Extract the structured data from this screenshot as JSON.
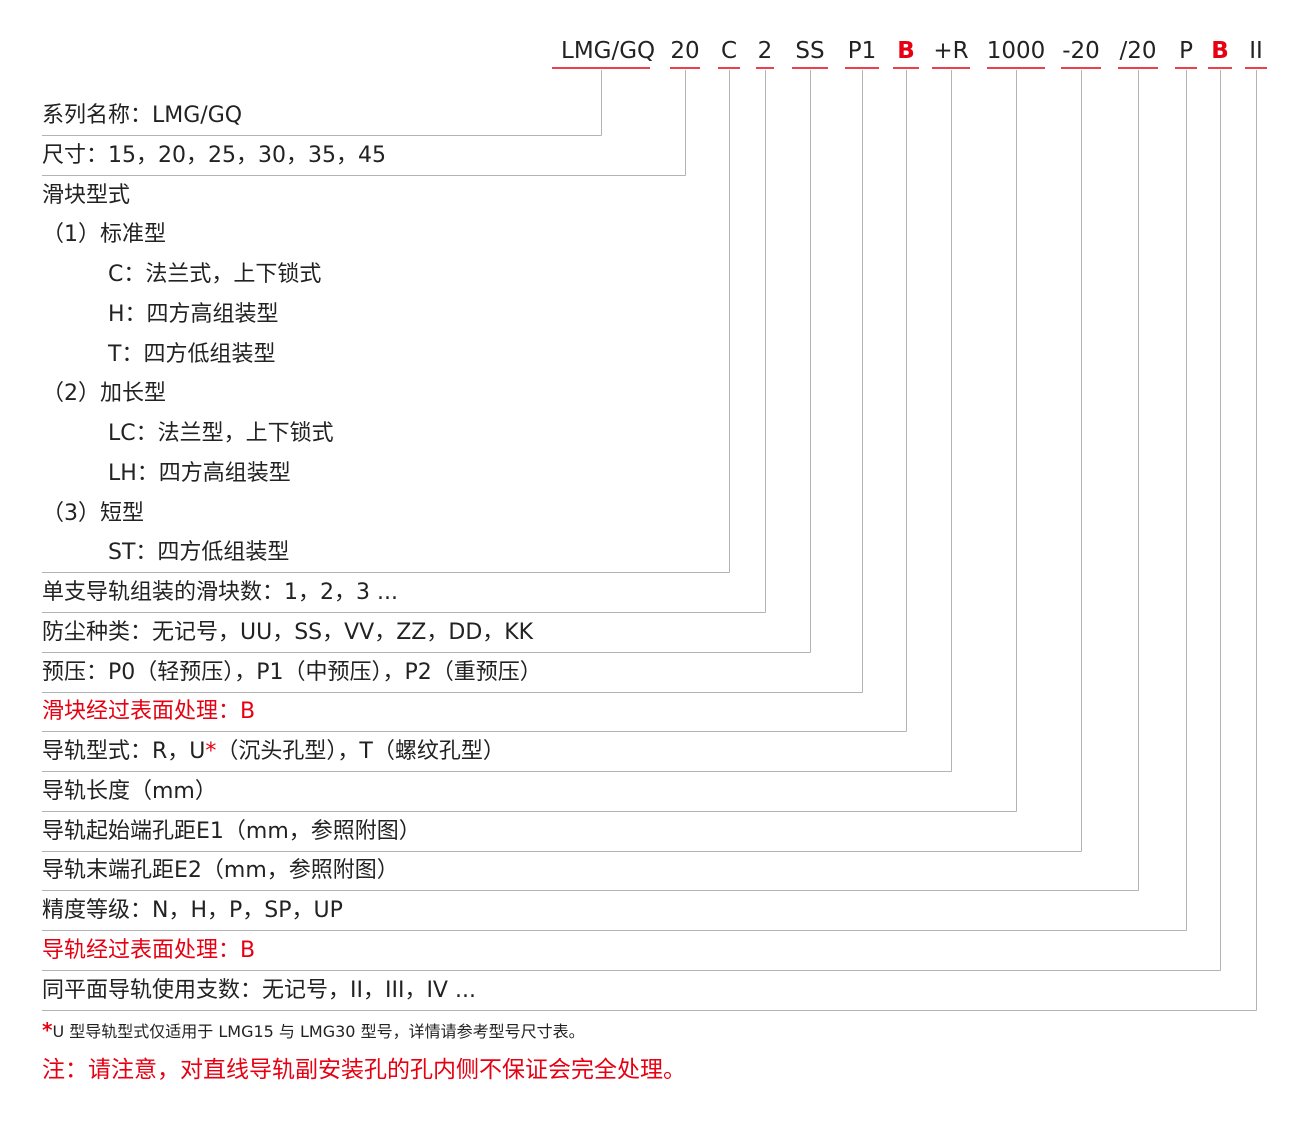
{
  "code": [
    {
      "text": "LMG/GQ",
      "red": false
    },
    {
      "text": "20",
      "red": false
    },
    {
      "text": "C",
      "red": false
    },
    {
      "text": "2",
      "red": false
    },
    {
      "text": "SS",
      "red": false
    },
    {
      "text": "P1",
      "red": false
    },
    {
      "text": "B",
      "red": true
    },
    {
      "text": "+R",
      "red": false
    },
    {
      "text": "1000",
      "red": false
    },
    {
      "text": "-20",
      "red": false
    },
    {
      "text": "/20",
      "red": false
    },
    {
      "text": "P",
      "red": false
    },
    {
      "text": "B",
      "red": true
    },
    {
      "text": "II",
      "red": false
    }
  ],
  "rows": [
    {
      "name": "series-row",
      "text": "系列名称：LMG/GQ",
      "indent": 0,
      "red": false,
      "segment": 0
    },
    {
      "name": "size-row",
      "text": "尺寸：15，20，25，30，35，45",
      "indent": 0,
      "red": false,
      "segment": 1
    },
    {
      "name": "block-type-row",
      "text": "滑块型式",
      "indent": 0,
      "red": false,
      "segment": null
    },
    {
      "name": "standard-type-row",
      "text": "（1）标准型",
      "indent": 0,
      "red": false,
      "segment": null
    },
    {
      "name": "type-c-row",
      "text": "C：法兰式，上下锁式",
      "indent": 2,
      "red": false,
      "segment": null
    },
    {
      "name": "type-h-row",
      "text": "H：四方高组装型",
      "indent": 2,
      "red": false,
      "segment": null
    },
    {
      "name": "type-t-row",
      "text": "T：四方低组装型",
      "indent": 2,
      "red": false,
      "segment": null
    },
    {
      "name": "long-type-row",
      "text": "（2）加长型",
      "indent": 0,
      "red": false,
      "segment": null
    },
    {
      "name": "type-lc-row",
      "text": "LC：法兰型，上下锁式",
      "indent": 2,
      "red": false,
      "segment": null
    },
    {
      "name": "type-lh-row",
      "text": "LH：四方高组装型",
      "indent": 2,
      "red": false,
      "segment": null
    },
    {
      "name": "short-type-row",
      "text": "（3）短型",
      "indent": 0,
      "red": false,
      "segment": null
    },
    {
      "name": "type-st-row",
      "text": "ST：四方低组装型",
      "indent": 2,
      "red": false,
      "segment": 2
    },
    {
      "name": "block-count-row",
      "text": "单支导轨组装的滑块数：1，2，3 ...",
      "indent": 0,
      "red": false,
      "segment": 3
    },
    {
      "name": "dust-type-row",
      "text": "防尘种类：无记号，UU，SS，VV，ZZ，DD，KK",
      "indent": 0,
      "red": false,
      "segment": 4
    },
    {
      "name": "preload-row",
      "text": "预压：P0（轻预压），P1（中预压），P2（重预压）",
      "indent": 0,
      "red": false,
      "segment": 5
    },
    {
      "name": "block-surface-row",
      "text": "滑块经过表面处理：B",
      "indent": 0,
      "red": true,
      "segment": 6
    },
    {
      "name": "rail-type-row",
      "text": "导轨型式：R，U",
      "mark": "*",
      "tail": "（沉头孔型），T（螺纹孔型）",
      "indent": 0,
      "red": false,
      "segment": 7
    },
    {
      "name": "rail-length-row",
      "text": "导轨长度（mm）",
      "indent": 0,
      "red": false,
      "segment": 8
    },
    {
      "name": "rail-e1-row",
      "text": "导轨起始端孔距E1（mm，参照附图）",
      "indent": 0,
      "red": false,
      "segment": 9
    },
    {
      "name": "rail-e2-row",
      "text": "导轨末端孔距E2（mm，参照附图）",
      "indent": 0,
      "red": false,
      "segment": 10
    },
    {
      "name": "precision-row",
      "text": "精度等级：N，H，P，SP，UP",
      "indent": 0,
      "red": false,
      "segment": 11
    },
    {
      "name": "rail-surface-row",
      "text": "导轨经过表面处理：B",
      "indent": 0,
      "red": true,
      "segment": 12
    },
    {
      "name": "rail-count-row",
      "text": "同平面导轨使用支数：无记号，II，III，IV ...",
      "indent": 0,
      "red": false,
      "segment": 13
    }
  ],
  "footnote": {
    "mark": "*",
    "text": "U 型导轨型式仅适用于 LMG15 与 LMG30 型号，详情请参考型号尺寸表。"
  },
  "note": "注：请注意，对直线导轨副安装孔的孔内侧不保证会完全处理。",
  "colors": {
    "accent": "#e60012",
    "text": "#222222",
    "line": "#b3b3b3"
  }
}
